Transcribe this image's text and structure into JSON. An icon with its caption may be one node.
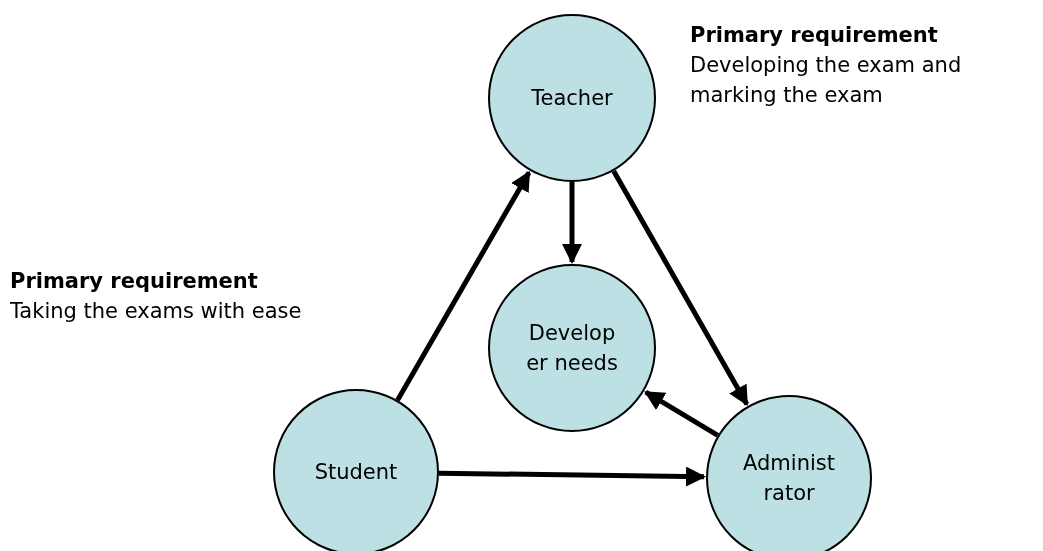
{
  "diagram": {
    "nodes": [
      {
        "text": [
          "Teacher"
        ]
      },
      {
        "text": [
          "Develop er needs"
        ]
      },
      {
        "text": [
          "Student"
        ]
      },
      {
        "text": [
          "Administ rator"
        ]
      }
    ],
    "edges": [
      {
        "from": 2,
        "to": 0,
        "arrow": "to"
      },
      {
        "from": 0,
        "to": 1,
        "arrow": "to"
      },
      {
        "from": 0,
        "to": 3,
        "arrow": "to"
      },
      {
        "from": 3,
        "to": 1,
        "arrow": "to"
      },
      {
        "from": 2,
        "to": 3,
        "arrow": "to"
      }
    ],
    "labels": [
      "Primary requirement",
      "Developing the exam and marking the exam",
      "Primary requirement",
      "Taking the exams with ease"
    ]
  }
}
